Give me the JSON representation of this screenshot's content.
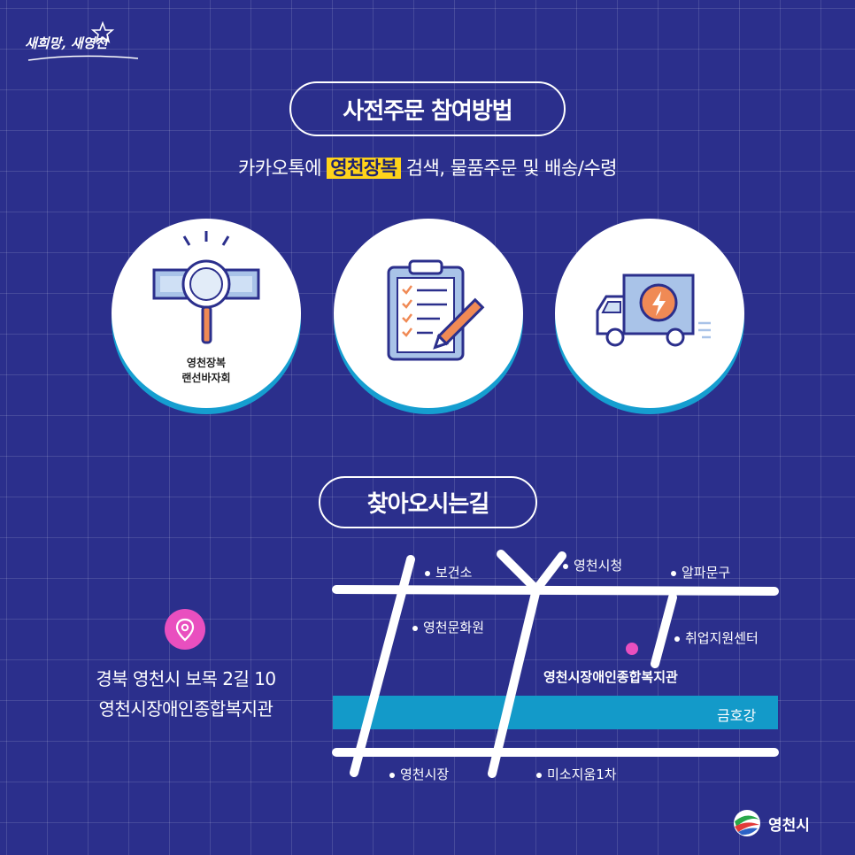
{
  "brand": {
    "slogan": "새희망, 새영천"
  },
  "order_section": {
    "title": "사전주문 참여방법",
    "subtitle_pre": "카카오톡에 ",
    "subtitle_highlight": "영천장복",
    "subtitle_post": " 검색, 물품주문 및 배송/수령",
    "steps": [
      {
        "icon": "search-magnifier-icon",
        "caption_line1": "영천장복",
        "caption_line2": "랜선바자회"
      },
      {
        "icon": "clipboard-checklist-icon"
      },
      {
        "icon": "delivery-truck-icon"
      }
    ]
  },
  "directions": {
    "title": "찾아오시는길",
    "address_line1": "경북 영천시 보목 2길 10",
    "address_line2": "영천시장애인종합복지관",
    "map": {
      "labels": {
        "health_center": "보건소",
        "city_hall": "영천시청",
        "alpha": "알파문구",
        "culture_center": "영천문화원",
        "job_center": "취업지원센터",
        "market": "영천시장",
        "miso": "미소지움1차"
      },
      "river": "금호강",
      "target": "영천시장애인종합복지관"
    }
  },
  "footer": {
    "city_logo_text": "영천시"
  },
  "colors": {
    "background": "#2b2f8c",
    "highlight": "#ffd31a",
    "accent_pink": "#e94fbf",
    "river": "#139ac9"
  }
}
